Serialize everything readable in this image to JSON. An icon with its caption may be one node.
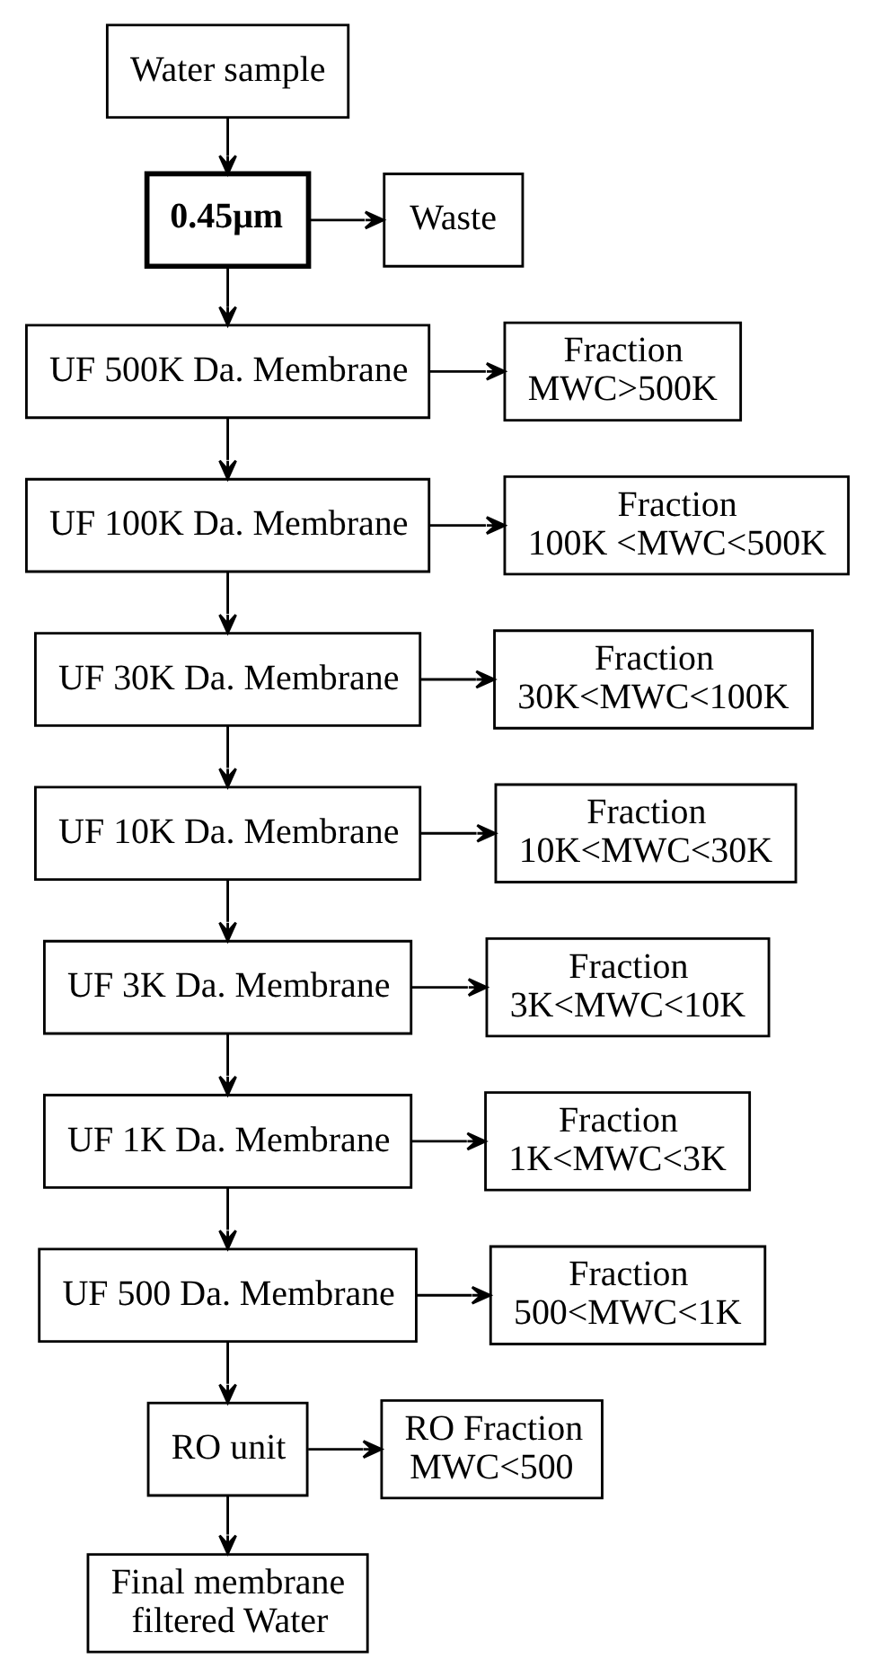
{
  "diagram": {
    "nodes": [
      {
        "text": [
          "Water sample"
        ]
      },
      {
        "text": [
          "0.45μm"
        ]
      },
      {
        "text": [
          "Waste"
        ]
      },
      {
        "text": [
          "UF 500K Da. Membrane"
        ]
      },
      {
        "text": [
          "Fraction",
          "MWC>500K"
        ]
      },
      {
        "text": [
          "UF 100K Da. Membrane"
        ]
      },
      {
        "text": [
          "Fraction",
          "100K <MWC<500K"
        ]
      },
      {
        "text": [
          "UF 30K Da. Membrane"
        ]
      },
      {
        "text": [
          "Fraction",
          "30K<MWC<100K"
        ]
      },
      {
        "text": [
          "UF 10K Da. Membrane"
        ]
      },
      {
        "text": [
          "Fraction",
          "10K<MWC<30K"
        ]
      },
      {
        "text": [
          "UF 3K Da. Membrane"
        ]
      },
      {
        "text": [
          "Fraction",
          "3K<MWC<10K"
        ]
      },
      {
        "text": [
          "UF 1K Da. Membrane"
        ]
      },
      {
        "text": [
          "Fraction",
          "1K<MWC<3K"
        ]
      },
      {
        "text": [
          "UF 500 Da. Membrane"
        ]
      },
      {
        "text": [
          "Fraction",
          "500<MWC<1K"
        ]
      },
      {
        "text": [
          "RO unit"
        ]
      },
      {
        "text": [
          "RO Fraction",
          "MWC<500"
        ]
      },
      {
        "text": [
          "Final membrane filtered Water"
        ]
      }
    ],
    "edges": [
      {
        "from": 0,
        "to": 1,
        "arrow": "to"
      },
      {
        "from": 1,
        "to": 2,
        "arrow": "to"
      },
      {
        "from": 1,
        "to": 3,
        "arrow": "to"
      },
      {
        "from": 3,
        "to": 4,
        "arrow": "to"
      },
      {
        "from": 3,
        "to": 5,
        "arrow": "to"
      },
      {
        "from": 5,
        "to": 6,
        "arrow": "to"
      },
      {
        "from": 5,
        "to": 7,
        "arrow": "to"
      },
      {
        "from": 7,
        "to": 8,
        "arrow": "to"
      },
      {
        "from": 7,
        "to": 9,
        "arrow": "to"
      },
      {
        "from": 9,
        "to": 10,
        "arrow": "to"
      },
      {
        "from": 9,
        "to": 11,
        "arrow": "to"
      },
      {
        "from": 11,
        "to": 12,
        "arrow": "to"
      },
      {
        "from": 11,
        "to": 13,
        "arrow": "to"
      },
      {
        "from": 13,
        "to": 14,
        "arrow": "to"
      },
      {
        "from": 13,
        "to": 15,
        "arrow": "to"
      },
      {
        "from": 15,
        "to": 16,
        "arrow": "to"
      },
      {
        "from": 15,
        "to": 17,
        "arrow": "to"
      },
      {
        "from": 17,
        "to": 18,
        "arrow": "to"
      },
      {
        "from": 17,
        "to": 19,
        "arrow": "to"
      }
    ]
  }
}
